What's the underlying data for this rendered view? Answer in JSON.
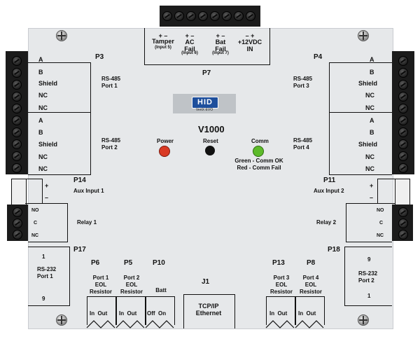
{
  "top_terminal": {
    "labels": [
      {
        "sign": "+  –",
        "name": "Tamper",
        "sub": "(Input 5)"
      },
      {
        "sign": "+  –",
        "name": "AC\nFail",
        "sub": "(Input 6)"
      },
      {
        "sign": "+  –",
        "name": "Bat\nFail",
        "sub": "(Input 7)"
      },
      {
        "sign": "–  +",
        "name": "+12VDC\nIN",
        "sub": ""
      }
    ],
    "connector": "P7"
  },
  "logo": {
    "brand": "HID",
    "model_sub": "VertX EVO"
  },
  "model": "V1000",
  "left_ports": {
    "p3": {
      "connector": "P3",
      "pins": [
        "A",
        "B",
        "Shield",
        "NC",
        "NC"
      ],
      "label": "RS-485\nPort 1"
    },
    "p2": {
      "pins": [
        "A",
        "B",
        "Shield",
        "NC",
        "NC"
      ],
      "label": "RS-485\nPort 2"
    },
    "p14": {
      "connector": "P14",
      "signs": [
        "+",
        "–"
      ],
      "label": "Aux Input 1"
    },
    "relay1": {
      "pins": [
        "NO",
        "C",
        "NC"
      ],
      "label": "Relay 1"
    },
    "p17": {
      "connector": "P17",
      "pins": [
        "1",
        "9"
      ],
      "label": "RS-232\nPort 1"
    }
  },
  "right_ports": {
    "p4": {
      "connector": "P4",
      "pins": [
        "A",
        "B",
        "Shield",
        "NC",
        "NC"
      ],
      "label": "RS-485\nPort 3"
    },
    "p4b": {
      "pins": [
        "A",
        "B",
        "Shield",
        "NC",
        "NC"
      ],
      "label": "RS-485\nPort 4"
    },
    "p11": {
      "connector": "P11",
      "signs": [
        "+",
        "–"
      ],
      "label": "Aux Input 2"
    },
    "relay2": {
      "pins": [
        "NO",
        "C",
        "NC"
      ],
      "label": "Relay 2"
    },
    "p18": {
      "connector": "P18",
      "pins": [
        "9",
        "1"
      ],
      "label": "RS-232\nPort 2"
    }
  },
  "indicators": {
    "power": "Power",
    "reset": "Reset",
    "comm": "Comm",
    "comm_note": "Green - Comm OK\nRed - Comm Fail",
    "colors": {
      "power": "#d93a24",
      "reset": "#111111",
      "comm": "#5dbb2a"
    }
  },
  "bottom": {
    "p6": {
      "connector": "P6",
      "label": "Port 1\nEOL\nResistor",
      "pins": "In  Out"
    },
    "p5": {
      "connector": "P5",
      "label": "Port 2\nEOL\nResistor",
      "pins": "In  Out"
    },
    "p10": {
      "connector": "P10",
      "label": "Batt",
      "pins": "Off  On"
    },
    "j1": {
      "connector": "J1",
      "label": "TCP/IP\nEthernet"
    },
    "p13": {
      "connector": "P13",
      "label": "Port 3\nEOL\nResistor",
      "pins": "In  Out"
    },
    "p8": {
      "connector": "P8",
      "label": "Port 4\nEOL\nResistor",
      "pins": "In  Out"
    }
  }
}
